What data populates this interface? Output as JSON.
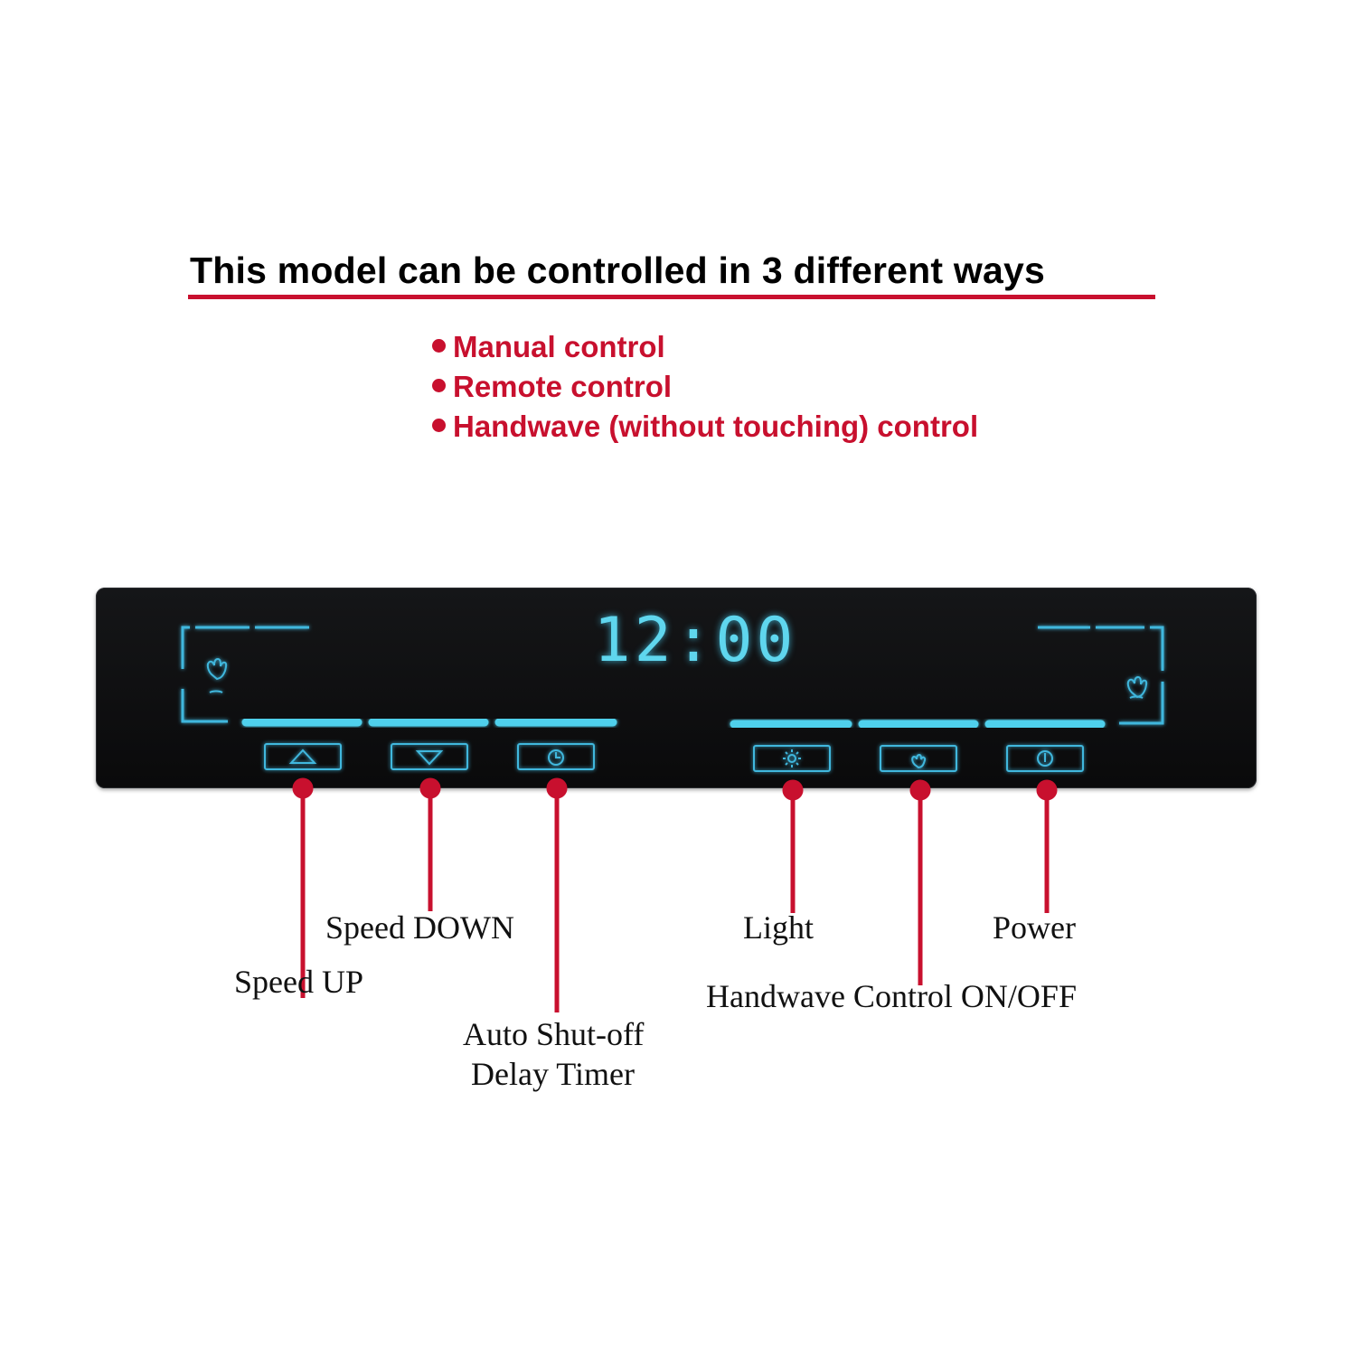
{
  "heading": "This model can be controlled in 3 different ways",
  "methods": [
    "Manual control",
    "Remote control",
    "Handwave (without touching) control"
  ],
  "display": {
    "time": "12:00"
  },
  "panel_icons": [
    "up-triangle-icon",
    "down-triangle-icon",
    "clock-icon",
    "sun-icon",
    "hand-icon",
    "power-icon"
  ],
  "labels": {
    "speed_up": "Speed UP",
    "speed_down": "Speed DOWN",
    "timer_line1": "Auto Shut-off",
    "timer_line2": "Delay Timer",
    "light": "Light",
    "handwave": "Handwave Control ON/OFF",
    "power": "Power"
  },
  "colors": {
    "accent_red": "#c8102e",
    "panel": "#111214",
    "glow_blue": "#4fd0ec"
  }
}
